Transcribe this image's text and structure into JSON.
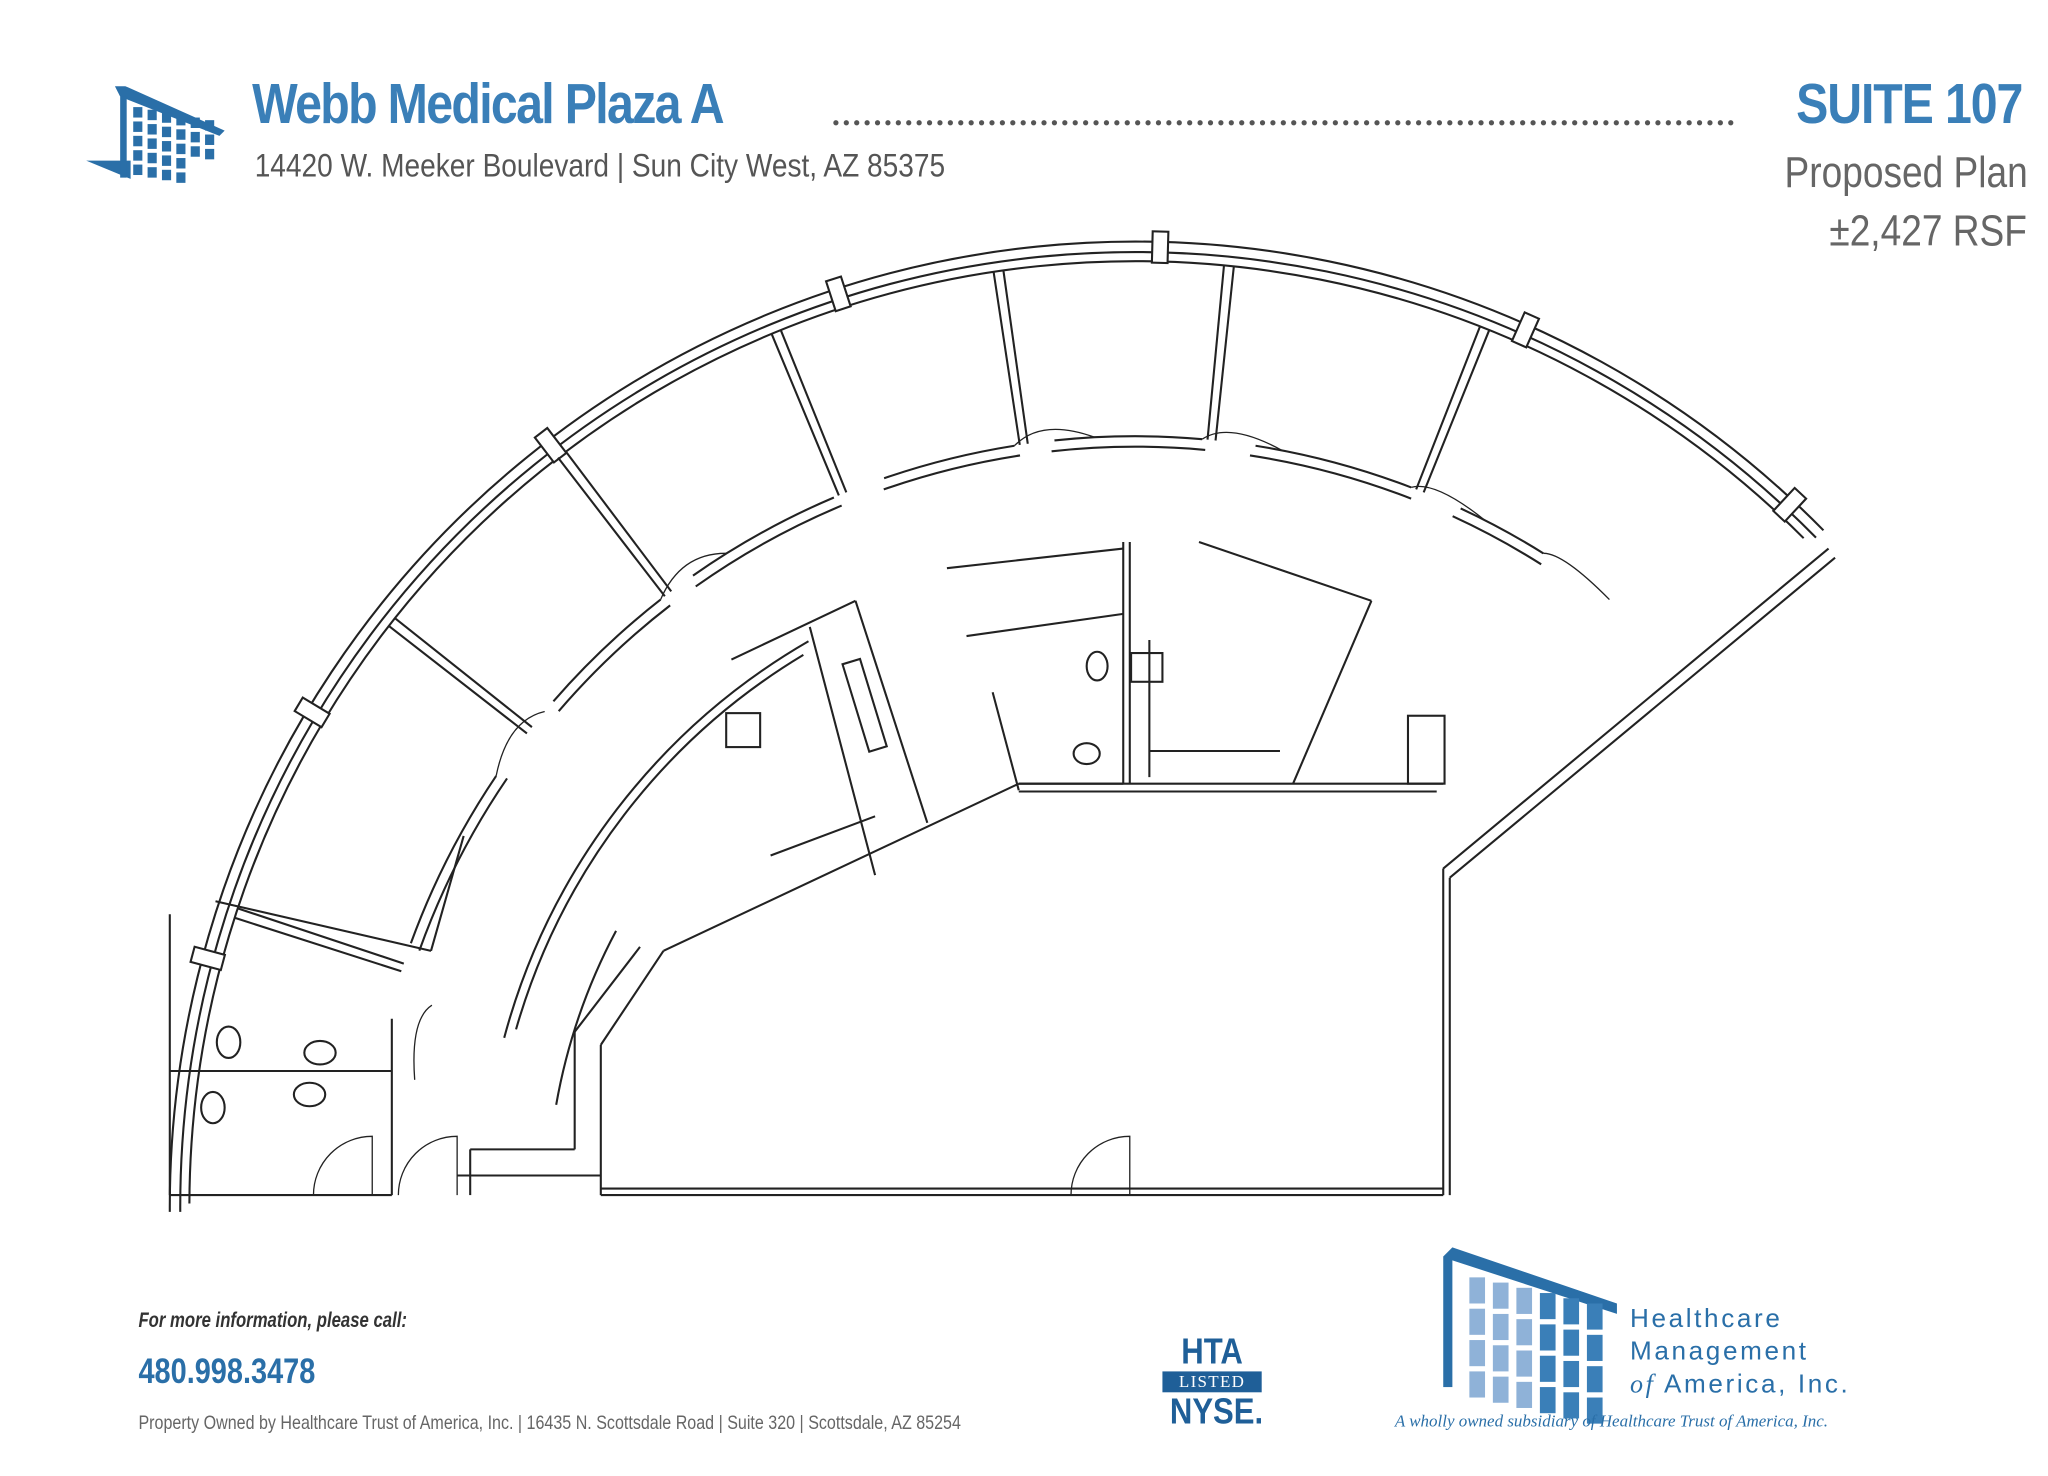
{
  "header": {
    "title": "Webb Medical Plaza A",
    "address": "14420 W. Meeker Boulevard | Sun City West, AZ 85375",
    "suite": "SUITE 107",
    "plan_type": "Proposed Plan",
    "area": "±2,427 RSF"
  },
  "footer": {
    "info_label": "For more information, please call:",
    "phone": "480.998.3478",
    "owner_line": "Property Owned by Healthcare Trust of America, Inc. | 16435 N. Scottsdale Road | Suite 320 | Scottsdale, AZ 85254",
    "hta_logo": {
      "top": "HTA",
      "middle": "LISTED",
      "bottom": "NYSE."
    },
    "hma_logo": {
      "line1": "Healthcare",
      "line2": "Management",
      "line3_prefix": "of",
      "line3": " America, Inc."
    },
    "subsidiary": "A wholly owned subsidiary of Healthcare Trust of America, Inc."
  },
  "colors": {
    "brand_blue": "#3a7fb8",
    "dark_blue": "#1f5f98",
    "text_gray": "#555555"
  }
}
